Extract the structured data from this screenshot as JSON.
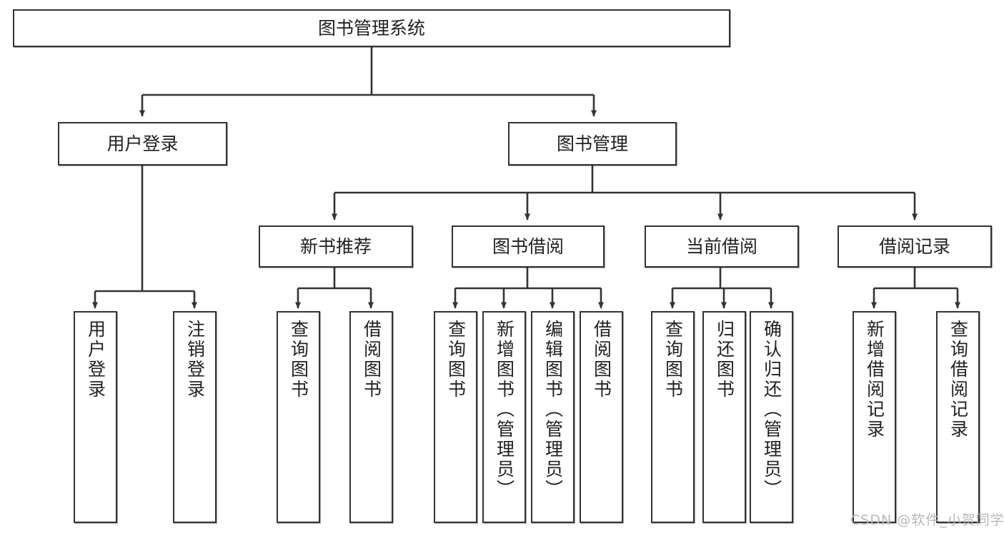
{
  "diagram": {
    "title": "图书管理系统",
    "type": "hierarchy-tree",
    "orientation": "top-down",
    "nodes": {
      "root": {
        "label": "图书管理系统"
      },
      "level2": [
        {
          "label": "用户登录"
        },
        {
          "label": "图书管理"
        }
      ],
      "level3": [
        {
          "label": "新书推荐"
        },
        {
          "label": "图书借阅"
        },
        {
          "label": "当前借阅"
        },
        {
          "label": "借阅记录"
        }
      ],
      "leaves_user_login": [
        {
          "label": "用户登录"
        },
        {
          "label": "注销登录"
        }
      ],
      "leaves_new_book": [
        {
          "label": "查询图书"
        },
        {
          "label": "借阅图书"
        }
      ],
      "leaves_borrow": [
        {
          "label": "查询图书"
        },
        {
          "label": "新增图书（管理员）"
        },
        {
          "label": "编辑图书（管理员）"
        },
        {
          "label": "借阅图书"
        }
      ],
      "leaves_current": [
        {
          "label": "查询图书"
        },
        {
          "label": "归还图书"
        },
        {
          "label": "确认归还（管理员）"
        }
      ],
      "leaves_record": [
        {
          "label": "新增借阅记录"
        },
        {
          "label": "查询借阅记录"
        }
      ]
    },
    "colors": {
      "stroke": "#333333",
      "fill": "#ffffff",
      "text": "#222222",
      "watermark": "#b8b8b8"
    }
  },
  "watermark": {
    "text": "CSDN @软件_小贺同学"
  }
}
